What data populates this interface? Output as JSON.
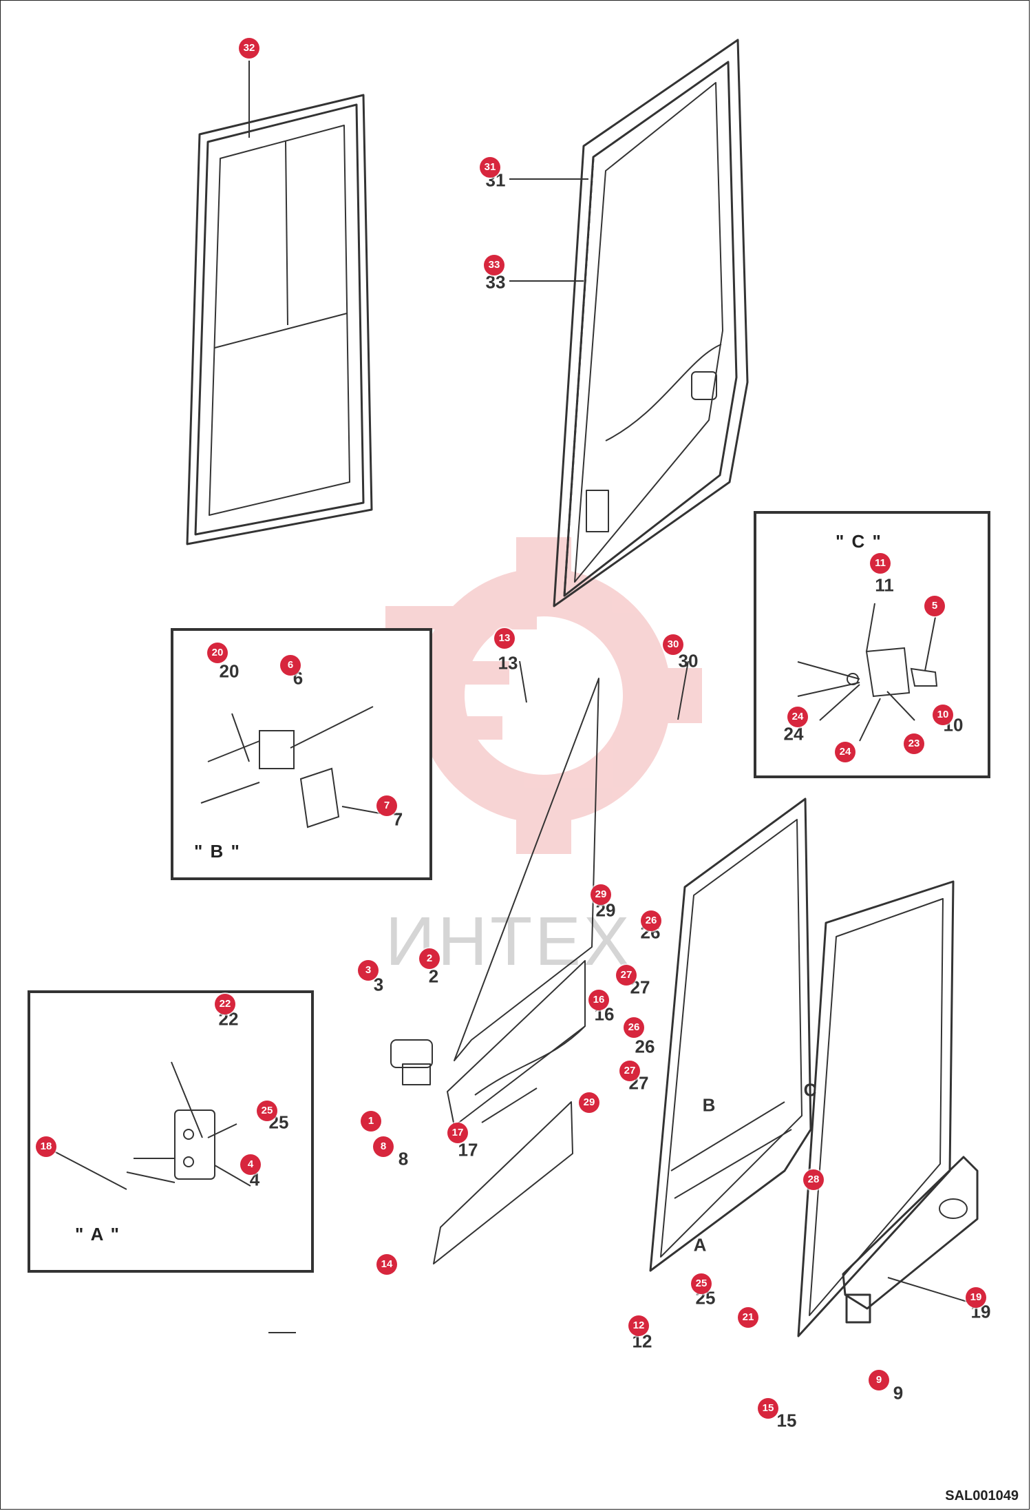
{
  "watermark": {
    "text": "ИНТЕХ"
  },
  "drawing_code": "SAL001049",
  "insets": {
    "a": {
      "title": "\" A \""
    },
    "b": {
      "title": "\" B \""
    },
    "c": {
      "title": "\" C \""
    }
  },
  "view_markers": {
    "a": "A",
    "b": "B",
    "c": "C"
  },
  "callouts": [
    {
      "label": "32"
    },
    {
      "label": "31"
    },
    {
      "label": "33"
    },
    {
      "label": "11"
    },
    {
      "label": "5"
    },
    {
      "label": "24"
    },
    {
      "label": "10"
    },
    {
      "label": "24"
    },
    {
      "label": "23"
    },
    {
      "label": "13"
    },
    {
      "label": "30"
    },
    {
      "label": "20"
    },
    {
      "label": "6"
    },
    {
      "label": "7"
    },
    {
      "label": "29"
    },
    {
      "label": "26"
    },
    {
      "label": "3"
    },
    {
      "label": "2"
    },
    {
      "label": "27"
    },
    {
      "label": "16"
    },
    {
      "label": "26"
    },
    {
      "label": "27"
    },
    {
      "label": "29"
    },
    {
      "label": "22"
    },
    {
      "label": "25"
    },
    {
      "label": "1"
    },
    {
      "label": "8"
    },
    {
      "label": "17"
    },
    {
      "label": "18"
    },
    {
      "label": "4"
    },
    {
      "label": "28"
    },
    {
      "label": "14"
    },
    {
      "label": "25"
    },
    {
      "label": "21"
    },
    {
      "label": "12"
    },
    {
      "label": "19"
    },
    {
      "label": "9"
    },
    {
      "label": "15"
    }
  ],
  "part_labels": [
    {
      "text": "11"
    },
    {
      "text": "10"
    },
    {
      "text": "24"
    },
    {
      "text": "13"
    },
    {
      "text": "30"
    },
    {
      "text": "20"
    },
    {
      "text": "6"
    },
    {
      "text": "7"
    },
    {
      "text": "29"
    },
    {
      "text": "26"
    },
    {
      "text": "3"
    },
    {
      "text": "2"
    },
    {
      "text": "27"
    },
    {
      "text": "16"
    },
    {
      "text": "26"
    },
    {
      "text": "27"
    },
    {
      "text": "8"
    },
    {
      "text": "17"
    },
    {
      "text": "22"
    },
    {
      "text": "25"
    },
    {
      "text": "4"
    },
    {
      "text": "12"
    },
    {
      "text": "25"
    },
    {
      "text": "9"
    },
    {
      "text": "15"
    },
    {
      "text": "19"
    },
    {
      "text": "31"
    },
    {
      "text": "33"
    }
  ]
}
